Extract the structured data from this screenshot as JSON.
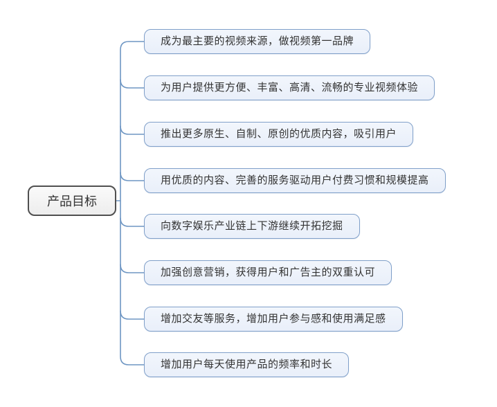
{
  "root": {
    "label": "产品目标"
  },
  "children": [
    {
      "label": "成为最主要的视频来源，做视频第一品牌"
    },
    {
      "label": "为用户提供更方便、丰富、高清、流畅的专业视频体验"
    },
    {
      "label": "推出更多原生、自制、原创的优质内容，吸引用户"
    },
    {
      "label": "用优质的内容、完善的服务驱动用户付费习惯和规模提高"
    },
    {
      "label": "向数字娱乐产业链上下游继续开拓挖掘"
    },
    {
      "label": "加强创意营销，获得用户和广告主的双重认可"
    },
    {
      "label": "增加交友等服务，增加用户参与感和使用满足感"
    },
    {
      "label": "增加用户每天使用产品的频率和时长"
    }
  ],
  "colors": {
    "canvas_bg": "#ffffff",
    "branch_line": "#6e96c3",
    "child_fill": "#edf2fa",
    "child_border": "#7f9fc9",
    "root_fill": "#f2f2f2",
    "root_border": "#4f4f4f",
    "text": "#333333"
  }
}
